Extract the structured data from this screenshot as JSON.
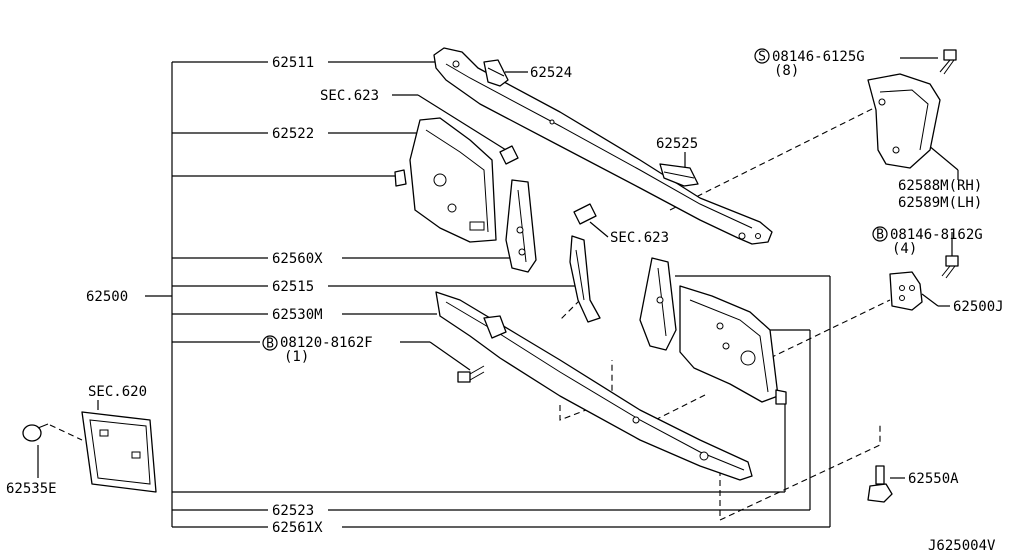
{
  "labels": {
    "p62511": "62511",
    "p62524": "62524",
    "sec623a": "SEC.623",
    "p62522": "62522",
    "p62525": "62525",
    "sec623b": "SEC.623",
    "p62560x": "62560X",
    "p62515": "62515",
    "p62500": "62500",
    "p62530m": "62530M",
    "bolt_b1_code": "08120-8162F",
    "bolt_b1_qty": "(1)",
    "sec620": "SEC.620",
    "p62535e": "62535E",
    "p62523": "62523",
    "p62561x": "62561X",
    "bolt_s_code": "08146-6125G",
    "bolt_s_qty": "(8)",
    "p62588m": "62588M(RH)",
    "p62589m": "62589M(LH)",
    "bolt_b2_code": "08146-8162G",
    "bolt_b2_qty": "(4)",
    "p62500j": "62500J",
    "p62550a": "62550A",
    "diagram_id": "J625004V"
  },
  "symbols": {
    "bolt_b1": "B",
    "bolt_s": "S",
    "bolt_b2": "B"
  }
}
